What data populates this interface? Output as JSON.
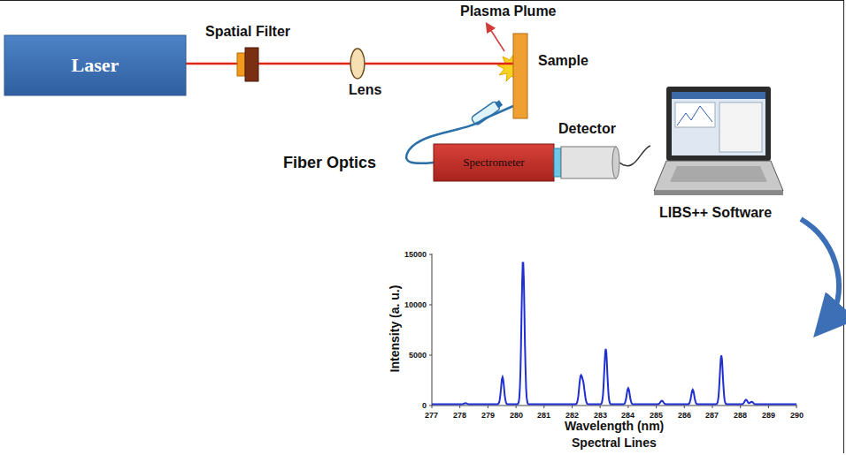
{
  "diagram": {
    "nodes": [
      {
        "text": [
          "Laser"
        ]
      },
      {
        "text": [
          "Spatial Filter"
        ]
      },
      {
        "text": [
          "Lens"
        ]
      },
      {
        "text": [
          "Sample"
        ]
      },
      {
        "text": [
          "Spectrometer"
        ]
      },
      {
        "text": [
          "Detector"
        ]
      },
      {
        "text": [
          "LIBS++ Software"
        ]
      }
    ],
    "edges": [
      {
        "from": 0,
        "to": 1,
        "arrow": "none"
      },
      {
        "from": 1,
        "to": 2,
        "arrow": "none"
      },
      {
        "from": 2,
        "to": 3,
        "arrow": "none"
      },
      {
        "from": 3,
        "to": 4,
        "label": "Fiber Optics",
        "arrow": "none"
      },
      {
        "from": 5,
        "to": 6,
        "arrow": "none"
      }
    ],
    "labels": [
      "Plasma Plume",
      "15000",
      "10000",
      "5000",
      "0",
      "277",
      "278",
      "279",
      "280",
      "281",
      "282",
      "283",
      "284",
      "285",
      "286",
      "287",
      "288",
      "289",
      "290",
      "Intensity (a. u.)",
      "Wavelength (nm)",
      "Spectral Lines"
    ]
  }
}
